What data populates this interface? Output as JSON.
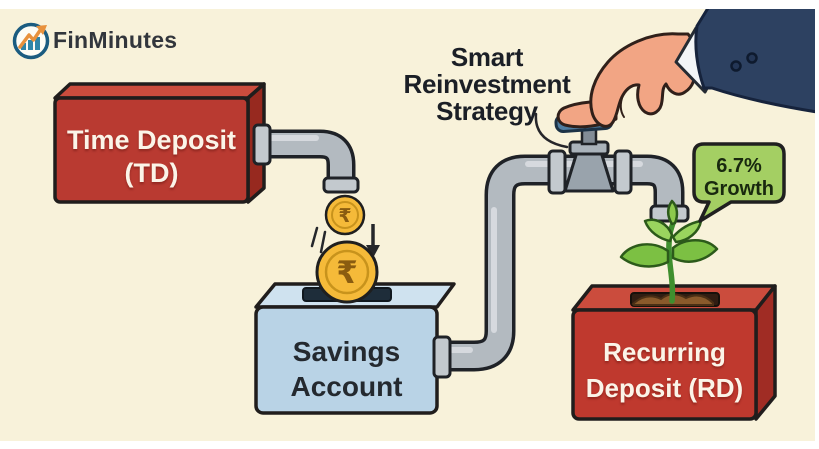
{
  "frame": {
    "background": "#f8f2da",
    "border_color": "#ffffff"
  },
  "logo": {
    "brand": "FinMinutes",
    "icon": "growth-chart-logo-icon",
    "circle_color": "#1b5c80",
    "bar_color": "#2f85a8",
    "arrow_color": "#e8913c"
  },
  "td_box": {
    "line1": "Time Deposit",
    "line2": "(TD)",
    "fill": "#b93a31",
    "top_fill": "#cb4c3d",
    "side_fill": "#97291f"
  },
  "savings_box": {
    "line1": "Savings",
    "line2": "Account",
    "fill": "#b9d3e6",
    "top_fill": "#cfe2ef"
  },
  "rd_box": {
    "line1": "Recurring",
    "line2": "Deposit (RD)",
    "fill": "#bf392e",
    "top_fill": "#cb4c3d",
    "side_fill": "#a02c24"
  },
  "strategy": {
    "line1": "Smart",
    "line2": "Reinvestment",
    "line3": "Strategy"
  },
  "growth_bubble": {
    "line1": "6.7%",
    "line2": "Growth",
    "fill": "#a4cf63"
  },
  "coin": {
    "symbol": "₹",
    "fill": "#f5ba39"
  },
  "valve": {
    "handle_color": "#4d7ca0"
  },
  "pipe": {
    "color": "#b3bac0"
  }
}
